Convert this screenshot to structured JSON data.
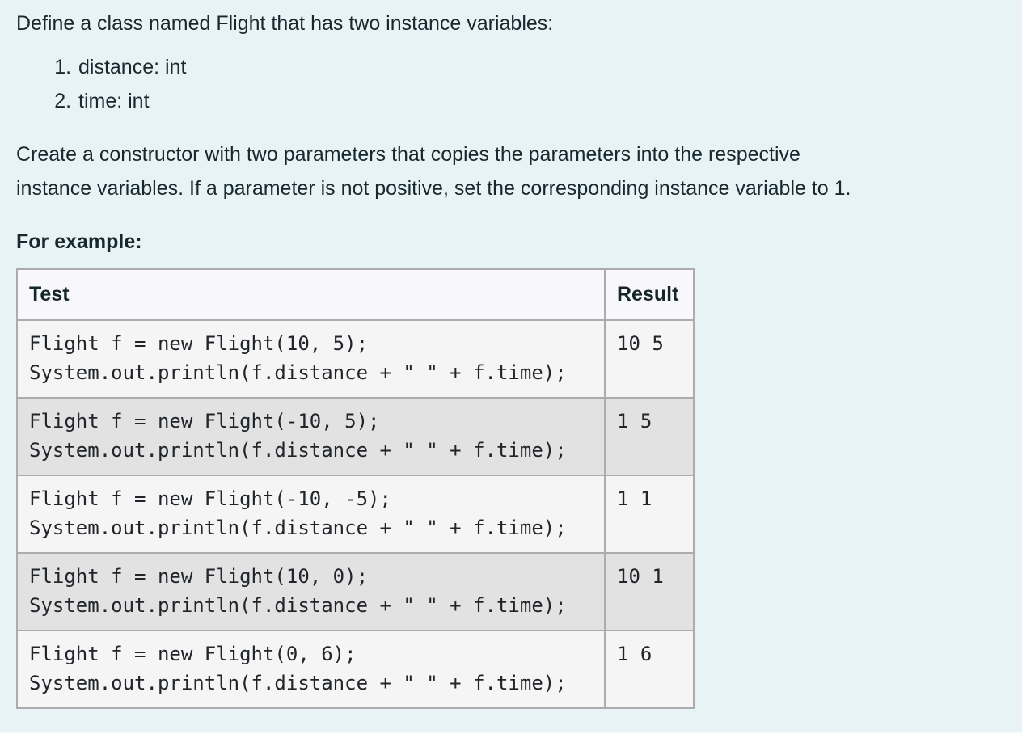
{
  "colors": {
    "page_background": "#e8f3f6",
    "body_text": "#17292e",
    "table_header_background": "#f8f8fc",
    "table_row_odd_background": "#f5f5f5",
    "table_row_even_background": "#e2e2e2",
    "table_border": "#acacac",
    "code_text": "#212529"
  },
  "problem": {
    "intro": "Define a class named Flight that has two instance variables:",
    "variables": [
      "distance: int",
      "time: int"
    ],
    "description": [
      "Create a constructor with two parameters that copies the parameters into the respective",
      "instance variables. If a parameter is not positive, set the corresponding instance variable to 1."
    ],
    "example_label": "For example:"
  },
  "table": {
    "headers": [
      "Test",
      "Result"
    ],
    "rows": [
      {
        "test": [
          "Flight f = new Flight(10, 5);",
          "System.out.println(f.distance + \" \" + f.time);"
        ],
        "result": "10 5"
      },
      {
        "test": [
          "Flight f = new Flight(-10, 5);",
          "System.out.println(f.distance + \" \" + f.time);"
        ],
        "result": "1 5"
      },
      {
        "test": [
          "Flight f = new Flight(-10, -5);",
          "System.out.println(f.distance + \" \" + f.time);"
        ],
        "result": "1 1"
      },
      {
        "test": [
          "Flight f = new Flight(10, 0);",
          "System.out.println(f.distance + \" \" + f.time);"
        ],
        "result": "10 1"
      },
      {
        "test": [
          "Flight f = new Flight(0, 6);",
          "System.out.println(f.distance + \" \" + f.time);"
        ],
        "result": "1 6"
      }
    ]
  }
}
